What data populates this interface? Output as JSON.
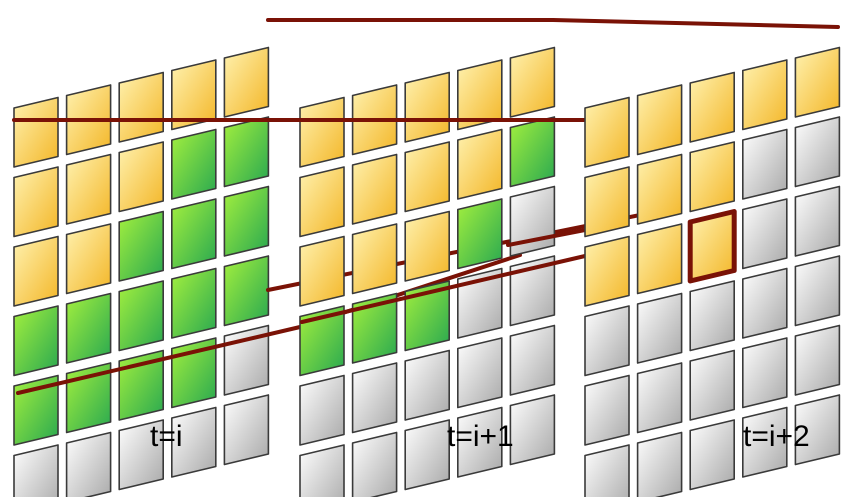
{
  "frames": [
    {
      "label": "t=i",
      "cells": [
        "yyyyy",
        "yyygg",
        "yyggg",
        "ggggg",
        "ggggw",
        "wwwww"
      ]
    },
    {
      "label": "t=i+1",
      "cells": [
        "yyyyy",
        "yyyyg",
        "yyygw",
        "gggww",
        "wwwww",
        "wwwww"
      ]
    },
    {
      "label": "t=i+2",
      "cells": [
        "yyyyy",
        "yyyww",
        "yyyww",
        "wwwww",
        "wwwww",
        "wwwww"
      ],
      "highlight_cell": {
        "row": 2,
        "col": 2
      }
    }
  ],
  "colors": {
    "yellow_light": "#fff2b0",
    "yellow_dark": "#f3b627",
    "green_light": "#a4f03e",
    "green_dark": "#28a850",
    "gray_light": "#ffffff",
    "gray_dark": "#a8a8a8",
    "connector": "#7a1206",
    "highlight": "#7a1206"
  }
}
